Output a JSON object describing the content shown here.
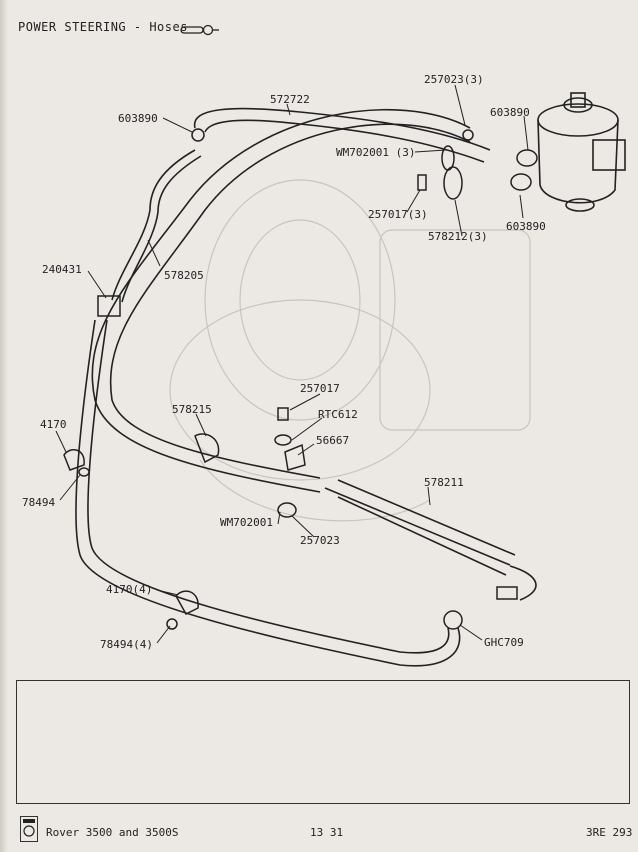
{
  "header": {
    "title": "POWER STEERING - Hoses",
    "icon": "hose-connector-icon"
  },
  "diagram": {
    "part_labels": [
      "572722",
      "603890",
      "257023(3)",
      "603890",
      "WM702001 (3)",
      "257017(3)",
      "578212(3)",
      "603890",
      "240431",
      "578205",
      "257017",
      "RTC612",
      "578215",
      "56667",
      "4170",
      "78494",
      "WM702001",
      "257023",
      "578211",
      "4170(4)",
      "78494(4)",
      "GHC709"
    ]
  },
  "footer": {
    "model": "Rover 3500 and 3500S",
    "page": "13 31",
    "code": "3RE 293",
    "logo": "rover-logo-icon"
  },
  "colors": {
    "paper": "#ece9e4",
    "ink": "#222222",
    "ghost": "#c9c4bc"
  }
}
